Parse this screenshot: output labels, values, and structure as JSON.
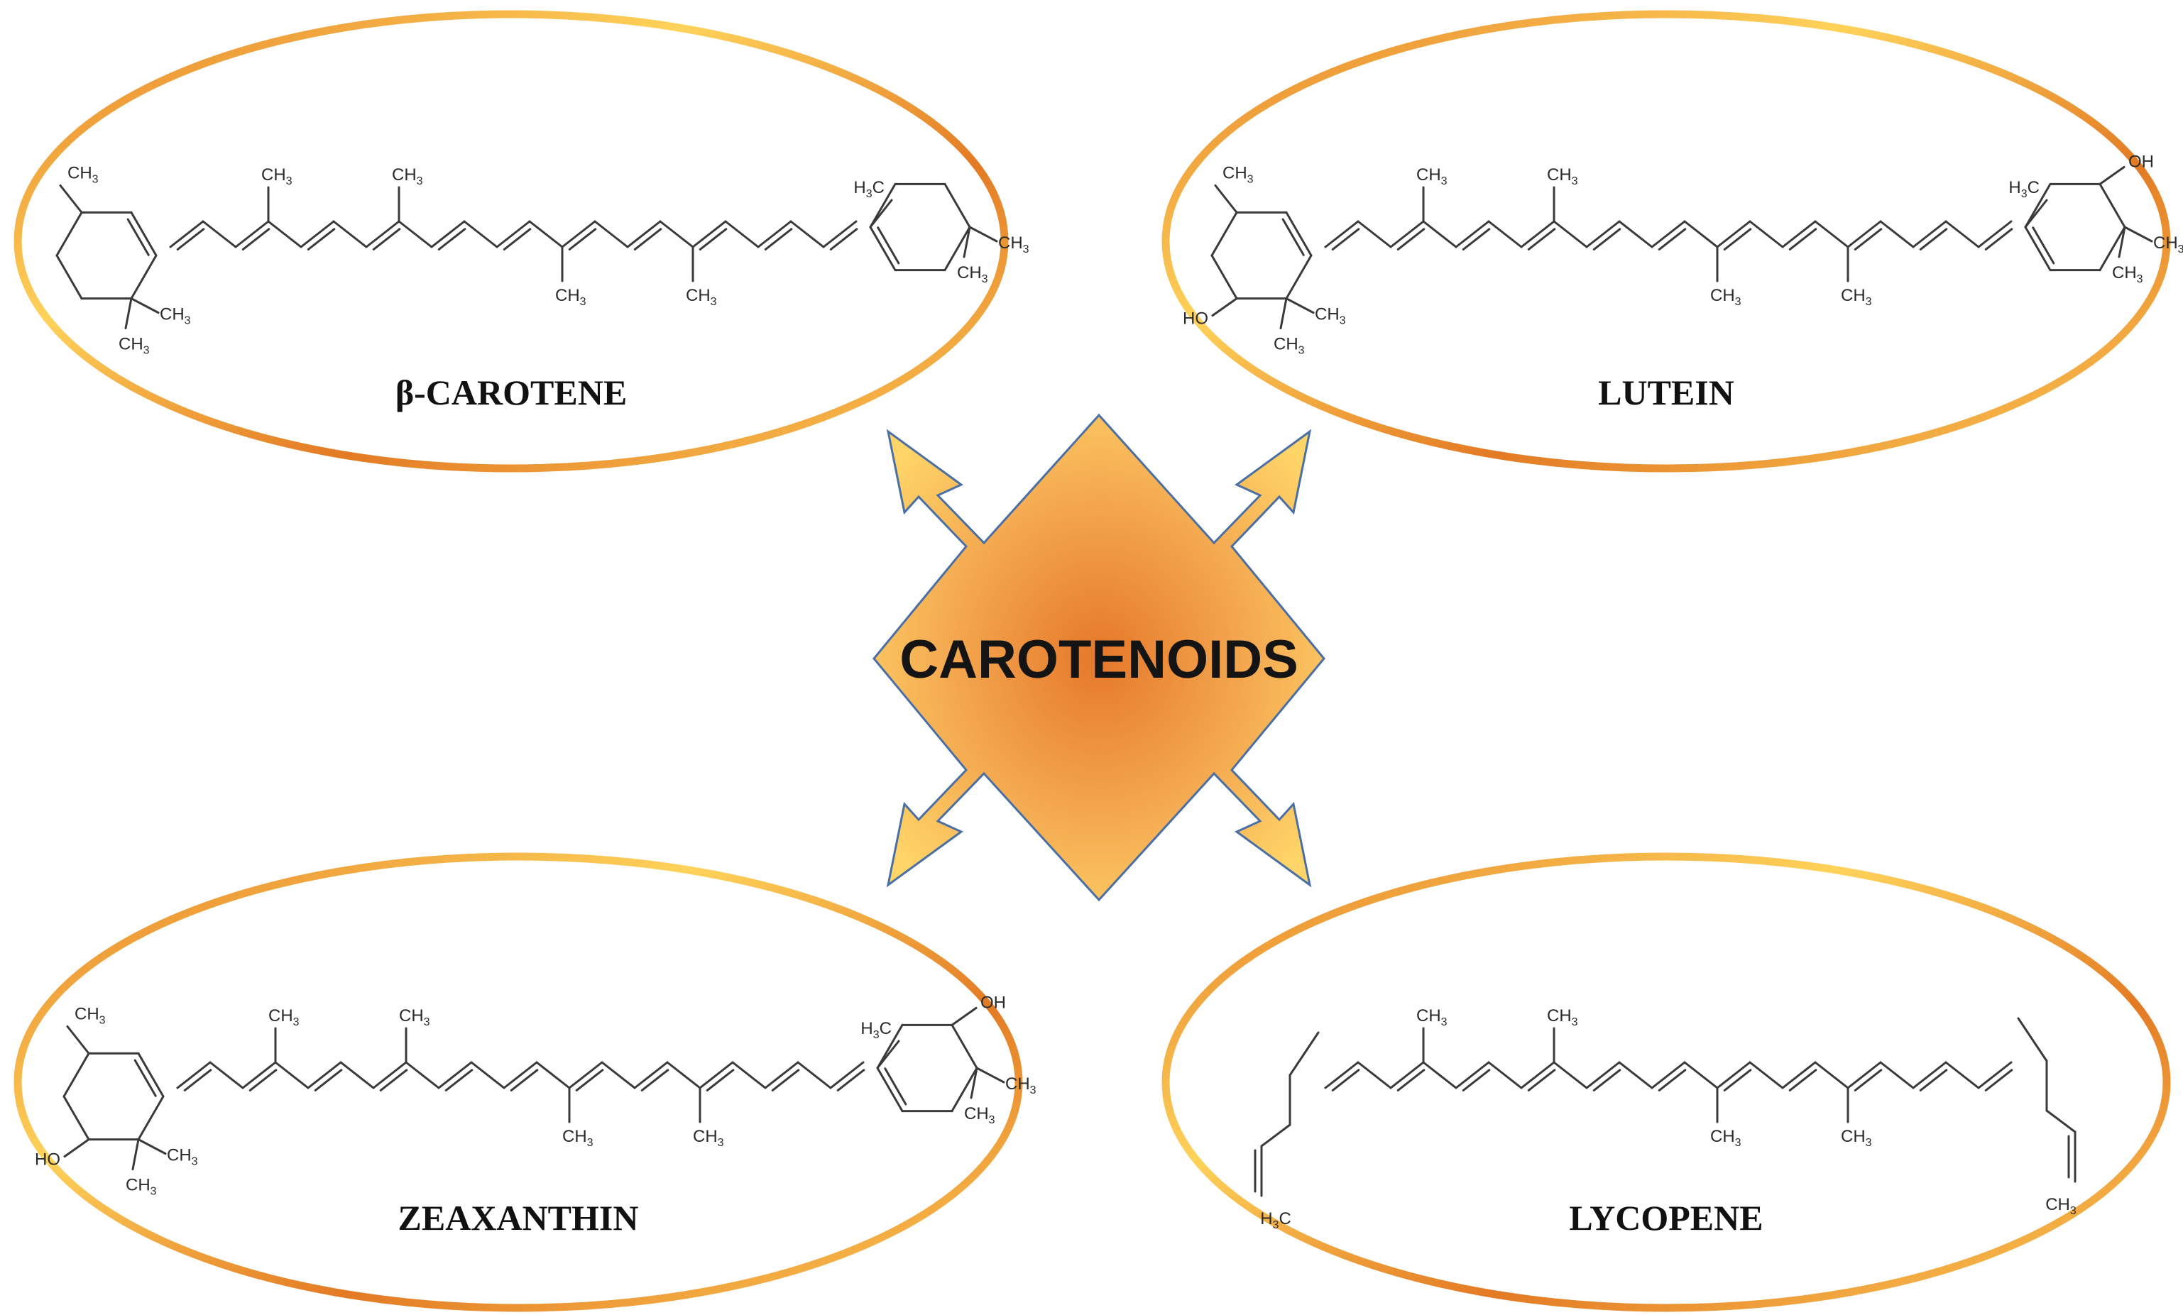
{
  "center": {
    "label": "CAROTENOIDS"
  },
  "colors": {
    "ellipse_stroke_dark": "#e37a24",
    "ellipse_stroke_light": "#ffd35a",
    "arrow_center": "#e5782a",
    "arrow_mid": "#f4a850",
    "arrow_edge": "#ffd468",
    "arrow_outline": "#4a6fa5"
  },
  "molecules": [
    {
      "id": "beta-carotene",
      "name": "β-CAROTENE",
      "left_group": "plain",
      "right_group": "plain",
      "atoms": {
        "ch3": "CH",
        "h3c": "H",
        "c": "C",
        "three": "3",
        "oh": "OH",
        "ho": "HO"
      }
    },
    {
      "id": "lutein",
      "name": "LUTEIN",
      "left_group": "hydroxy",
      "right_group": "hydroxy",
      "atoms": {
        "ch3": "CH",
        "h3c": "H",
        "c": "C",
        "three": "3",
        "oh": "OH",
        "ho": "HO"
      }
    },
    {
      "id": "zeaxanthin",
      "name": "ZEAXANTHIN",
      "left_group": "hydroxy",
      "right_group": "hydroxy",
      "atoms": {
        "ch3": "CH",
        "h3c": "H",
        "c": "C",
        "three": "3",
        "oh": "OH",
        "ho": "HO"
      }
    },
    {
      "id": "lycopene",
      "name": "LYCOPENE",
      "left_group": "open",
      "right_group": "open",
      "atoms": {
        "ch3": "CH",
        "h3c": "H",
        "c": "C",
        "three": "3",
        "oh": "OH",
        "ho": "HO"
      }
    }
  ]
}
